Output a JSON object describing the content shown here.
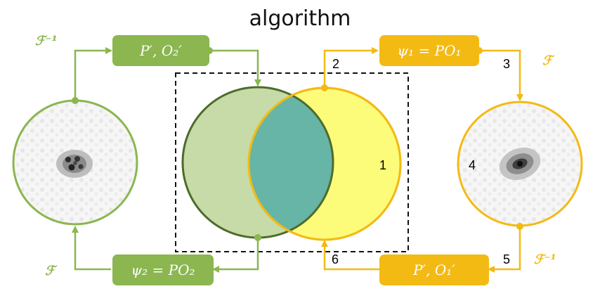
{
  "title": "algorithm",
  "colors": {
    "green": "#8bb650",
    "green_dark": "#4d6b2a",
    "green_fill": "#c6dba8",
    "orange": "#f3ba14",
    "yellow_fill": "#fdfb7a",
    "overlap_fill": "#66b5a6",
    "dashed_frame": "#111111"
  },
  "boxes": {
    "top_green": "P′, O₂′",
    "top_orange": "ψ₁ = PO₁",
    "bottom_green": "ψ₂ = PO₂",
    "bottom_orange": "P′, O₁′"
  },
  "operators": {
    "left_top": "ℱ⁻¹",
    "left_bottom": "ℱ",
    "right_top": "ℱ",
    "right_bottom": "ℱ⁻¹"
  },
  "step_numbers": {
    "one": "1",
    "two": "2",
    "three": "3",
    "four": "4",
    "five": "5",
    "six": "6"
  },
  "icons": {
    "left_pattern": "diffraction-pattern-icon",
    "right_pattern": "diffraction-pattern-icon"
  }
}
